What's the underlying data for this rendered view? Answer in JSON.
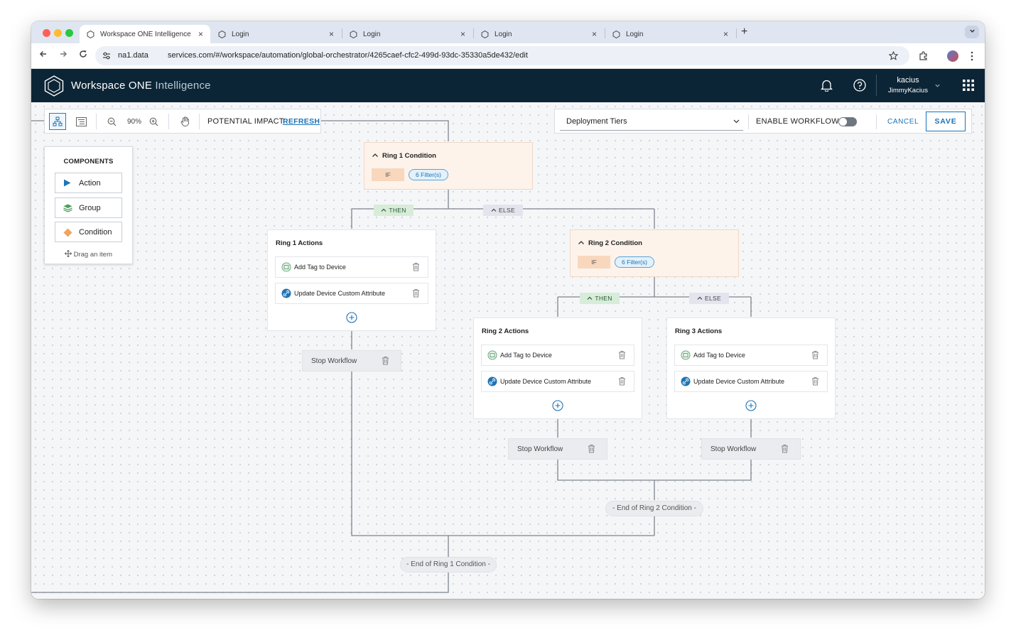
{
  "browser": {
    "tabs": [
      {
        "title": "Workspace ONE Intelligence",
        "active": true
      },
      {
        "title": "Login",
        "active": false
      },
      {
        "title": "Login",
        "active": false
      },
      {
        "title": "Login",
        "active": false
      },
      {
        "title": "Login",
        "active": false
      }
    ],
    "close_glyph": "×",
    "new_tab_glyph": "+",
    "url_host": "na1.data",
    "url_path": "services.com/#/workspace/automation/global-orchestrator/4265caef-cfc2-499d-93dc-35330a5de432/edit"
  },
  "app": {
    "title_main": "Workspace ONE",
    "title_sub": "Intelligence",
    "user_name": "kacius",
    "user_org": "JimmyKacius"
  },
  "toolbar": {
    "zoom_level": "90%",
    "impact_label": "POTENTIAL IMPACT:",
    "refresh_label": "REFRESH"
  },
  "workflow_bar": {
    "tier_selected": "Deployment Tiers",
    "enable_label": "ENABLE WORKFLOW",
    "enabled": false,
    "cancel_label": "CANCEL",
    "save_label": "SAVE"
  },
  "components": {
    "title": "COMPONENTS",
    "items": [
      {
        "label": "Action",
        "icon": "play-icon"
      },
      {
        "label": "Group",
        "icon": "layers-icon"
      },
      {
        "label": "Condition",
        "icon": "diamond-icon"
      }
    ],
    "hint": "Drag an item"
  },
  "workflow": {
    "ring1_condition": {
      "title": "Ring 1 Condition",
      "if_label": "IF",
      "filters": "6 Filter(s)"
    },
    "ring2_condition": {
      "title": "Ring 2 Condition",
      "if_label": "IF",
      "filters": "6 Filter(s)"
    },
    "badges": {
      "then": "THEN",
      "else": "ELSE"
    },
    "ring1_actions": {
      "title": "Ring 1 Actions",
      "rows": [
        "Add Tag to Device",
        "Update Device Custom Attribute"
      ]
    },
    "ring2_actions": {
      "title": "Ring 2 Actions",
      "rows": [
        "Add Tag to Device",
        "Update Device Custom Attribute"
      ]
    },
    "ring3_actions": {
      "title": "Ring 3 Actions",
      "rows": [
        "Add Tag to Device",
        "Update Device Custom Attribute"
      ]
    },
    "stop_label": "Stop Workflow",
    "end_ring2": "- End of Ring 2 Condition -",
    "end_ring1": "- End of Ring 1 Condition -"
  },
  "colors": {
    "header_bg": "#0c2536",
    "accent_blue": "#1a73b8",
    "condition_bg": "#fdf3eb",
    "then_bg": "#d7ecd9",
    "else_bg": "#e4e4ef"
  }
}
